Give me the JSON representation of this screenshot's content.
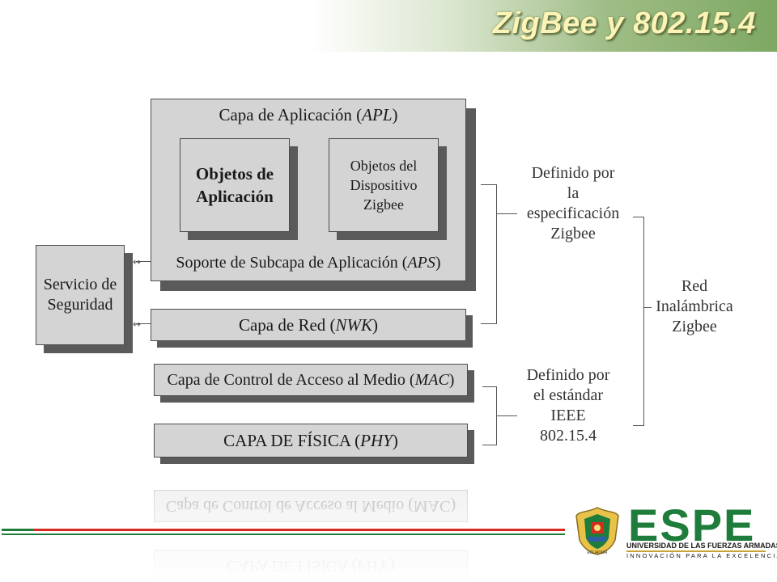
{
  "header": {
    "title": "ZigBee y 802.15.4"
  },
  "diagram": {
    "apl_title": "Capa de Aplicación (APL)",
    "app_objects": [
      "Objetos de",
      "Aplicación"
    ],
    "device_objects": [
      "Objetos del",
      "Dispositivo",
      "Zigbee"
    ],
    "aps_title": "Soporte de Subcapa de Aplicación (APS)",
    "security": [
      "Servicio de",
      "Seguridad"
    ],
    "nwk": "Capa de Red (NWK)",
    "mac": "Capa de Control de Acceso al Medio (MAC)",
    "phy": "CAPA DE FÍSICA (PHY)",
    "defined_zigbee": [
      "Definido por",
      "la",
      "especificación",
      "Zigbee"
    ],
    "defined_ieee": [
      "Definido por",
      "el estándar",
      "IEEE",
      "802.15.4"
    ],
    "network": [
      "Red",
      "Inalámbrica",
      "Zigbee"
    ]
  },
  "logo": {
    "name": "ESPE",
    "subtitle": "UNIVERSIDAD DE LAS FUERZAS ARMADAS",
    "tagline": "INNOVACIÓN PARA LA EXCELENCIA",
    "colors": {
      "green": "#1e7d3a",
      "red": "#d62b1f",
      "gold": "#c8a232"
    }
  }
}
